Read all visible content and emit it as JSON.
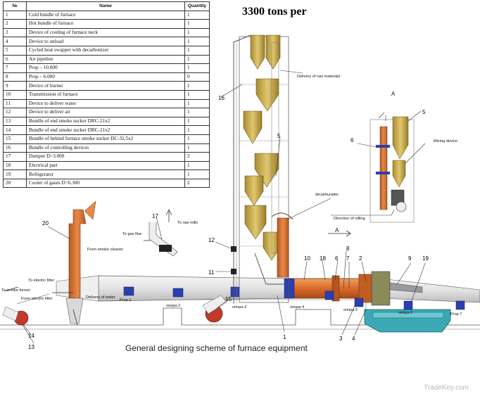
{
  "title": "3300 tons per",
  "caption": "General designing scheme of furnace equipment",
  "watermark": "TradeKey.com",
  "legend": {
    "headers": [
      "№",
      "Name",
      "Quantity"
    ],
    "rows": [
      {
        "no": "1",
        "name": "Cold bundle of furnace",
        "qty": "1"
      },
      {
        "no": "2",
        "name": "Hot bundle of furnace",
        "qty": "1"
      },
      {
        "no": "3",
        "name": "Device of cooling of furnace neck",
        "qty": "1"
      },
      {
        "no": "4",
        "name": "Device to unload",
        "qty": "1"
      },
      {
        "no": "5",
        "name": "Cycled heat swapper with decarbonizer",
        "qty": "1"
      },
      {
        "no": "6",
        "name": "Air pipeline",
        "qty": "1"
      },
      {
        "no": "7",
        "name": "Prop – 10.000",
        "qty": "1"
      },
      {
        "no": "8",
        "name": "Prop – 6.000",
        "qty": "0"
      },
      {
        "no": "9",
        "name": "Device of burner",
        "qty": "1"
      },
      {
        "no": "10",
        "name": "Transmission of furnace",
        "qty": "1"
      },
      {
        "no": "11",
        "name": "Device to deliver water",
        "qty": "1"
      },
      {
        "no": "12",
        "name": "Device to deliver air",
        "qty": "1"
      },
      {
        "no": "13",
        "name": "Bundle of end smoke sucker DRC-21x2",
        "qty": "1"
      },
      {
        "no": "14",
        "name": "Bundle of end smoke sucker DRC-21x2",
        "qty": "1"
      },
      {
        "no": "15",
        "name": "Bundle of behind furnace smoke sucker DC-32,5x2",
        "qty": "1"
      },
      {
        "no": "16",
        "name": "Bundle of controlling devices",
        "qty": "1"
      },
      {
        "no": "17",
        "name": "Damper D=3.000",
        "qty": "2"
      },
      {
        "no": "18",
        "name": "Electrical part",
        "qty": "1"
      },
      {
        "no": "19",
        "name": "Refrigerator",
        "qty": "1"
      },
      {
        "no": "20",
        "name": "Cooler of gases D=6.300",
        "qty": "2"
      }
    ]
  },
  "labels": {
    "delivery_raw": "Delivery of raw materials",
    "decarburattor": "decarburattor",
    "section_a": "A",
    "mixing_device": "Mixing device",
    "direction_rolling": "Direction of rolling",
    "arrow_a": "A",
    "to_raw_mills": "To raw mills",
    "to_gas_flue": "To gas flue",
    "from_smoke_cleaner": "From smoke cleaner",
    "to_electric_filter": "To electric filter",
    "to_smoke_funnel": "To smoke funnel",
    "from_electric_filter": "From electric filter",
    "delivery_water": "Delivery of water",
    "prop1": "Prop 1",
    "prop2": "опора 2",
    "prop3": "опора 3",
    "prop4": "опора 4",
    "prop5": "опора 5",
    "prop6": "опора 6",
    "prop7": "Prop 7"
  },
  "callouts": {
    "c1": "1",
    "c2": "2",
    "c3": "3",
    "c4": "4",
    "c5a": "5",
    "c5b": "5",
    "c6a": "6",
    "c6b": "6",
    "c7": "7",
    "c8": "8",
    "c9": "9",
    "c10": "10",
    "c11": "11",
    "c12": "12",
    "c13": "13",
    "c14": "14",
    "c15": "15",
    "c16": "16",
    "c17": "17",
    "c18": "18",
    "c19": "19",
    "c20": "20"
  },
  "colors": {
    "kiln_orange": "#d96a2a",
    "cyclone_tan": "#c9a94e",
    "drive_blue": "#2b3fae",
    "cooler_teal": "#3aa9b5",
    "fan_red": "#c0392b"
  }
}
